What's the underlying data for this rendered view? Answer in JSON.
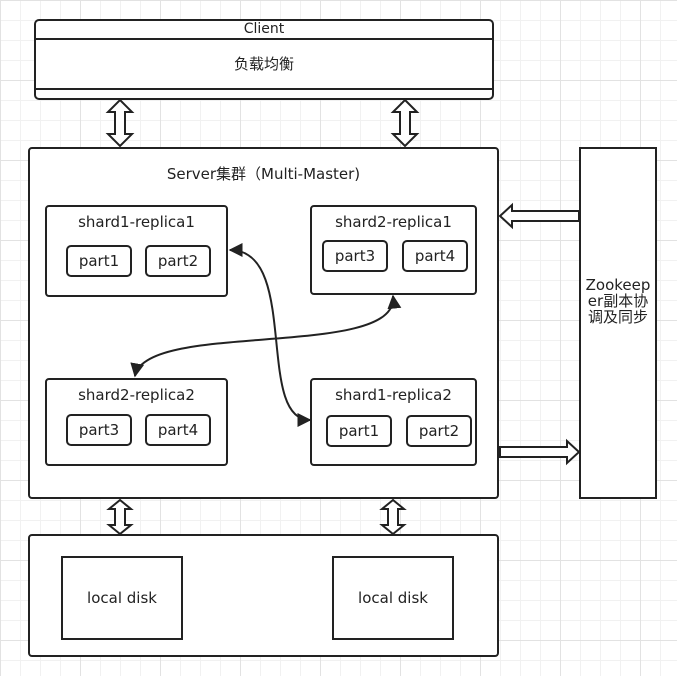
{
  "client": {
    "title": "Client",
    "body": "负载均衡"
  },
  "server": {
    "title": "Server集群（Multi-Master)"
  },
  "shards": {
    "s1r1": {
      "title": "shard1-replica1",
      "parts": [
        "part1",
        "part2"
      ]
    },
    "s2r1": {
      "title": "shard2-replica1",
      "parts": [
        "part3",
        "part4"
      ]
    },
    "s2r2": {
      "title": "shard2-replica2",
      "parts": [
        "part3",
        "part4"
      ]
    },
    "s1r2": {
      "title": "shard1-replica2",
      "parts": [
        "part1",
        "part2"
      ]
    }
  },
  "zookeeper": {
    "label": "Zookeeper副本协调及同步"
  },
  "disks": [
    "local disk",
    "local disk"
  ],
  "colors": {
    "stroke": "#222222",
    "background": "#ffffff"
  }
}
